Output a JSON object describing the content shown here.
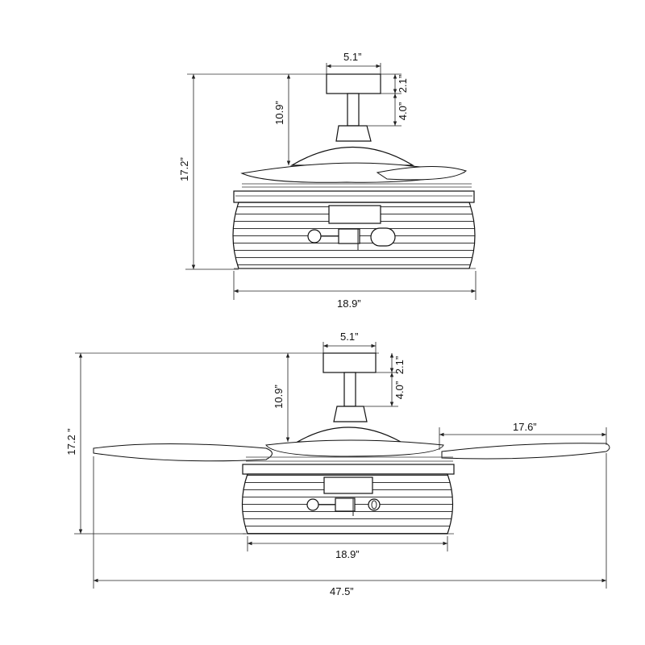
{
  "diagram": {
    "top_view": {
      "canopy_width": "5.1”",
      "canopy_height": "2.1”",
      "downrod_length": "4.0”",
      "ceiling_to_blades": "10.9”",
      "total_height": "17.2”",
      "body_width": "18.9”"
    },
    "bottom_view": {
      "canopy_width": "5.1”",
      "canopy_height": "2.1”",
      "downrod_length": "4.0”",
      "ceiling_to_blades": "10.9”",
      "total_height": "17.2 ”",
      "blade_length": "17.6”",
      "body_width": "18.9”",
      "overall_span": "47.5”"
    }
  }
}
